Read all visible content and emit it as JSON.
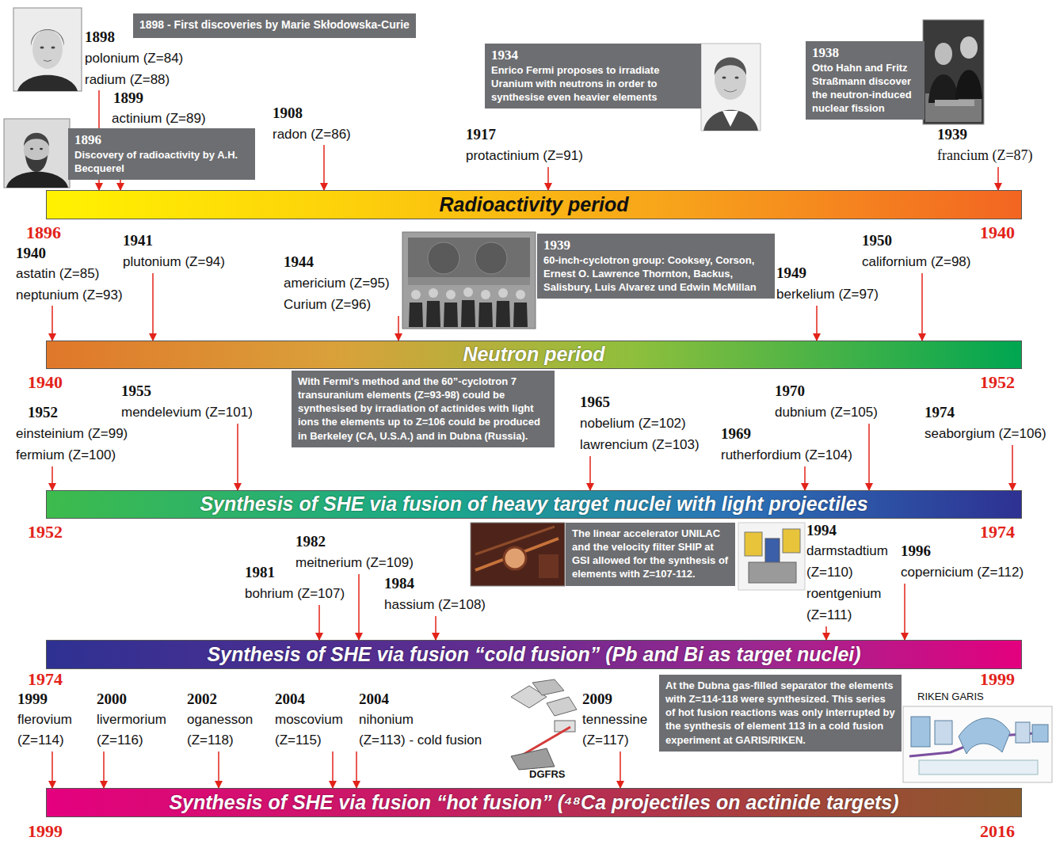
{
  "diagram": {
    "nodes": [
      {
        "text": [
          "1898 - First discoveries by Marie Skłodowska-Curie"
        ]
      },
      {
        "text": [
          "1934",
          "Enrico Fermi proposes to irradiate Uranium with neutrons in order to synthesise even heavier elements"
        ]
      },
      {
        "text": [
          "1938",
          "Otto Hahn and Fritz Straßmann discover the neutron-induced nuclear fission"
        ]
      },
      {
        "text": [
          "1896",
          "Discovery of radioactivity by A.H. Becquerel"
        ]
      },
      {
        "text": [
          "Radioactivity period"
        ]
      },
      {
        "text": [
          "1939",
          "60-inch-cyclotron group: Cooksey, Corson, Ernest O. Lawrence Thornton, Backus, Salisbury, Luis Alvarez und Edwin McMillan"
        ]
      },
      {
        "text": [
          "Neutron period"
        ]
      },
      {
        "text": [
          "With Fermi's method and the 60”-cyclotron 7 transuranium elements (Z=93-98) could be synthesised by irradiation of actinides with light ions the elements up to Z=106 could be produced in Berkeley (CA, U.S.A.) and in Dubna (Russia)."
        ]
      },
      {
        "text": [
          "Synthesis of SHE via fusion of heavy target nuclei with light projectiles"
        ]
      },
      {
        "text": [
          "The linear accelerator UNILAC and the velocity filter SHIP at GSI allowed for the synthesis of elements with Z=107-112."
        ]
      },
      {
        "text": [
          "Synthesis of SHE via fusion “cold fusion” (Pb and Bi as target nuclei)"
        ]
      },
      {
        "text": [
          "At the Dubna gas-filled separator the elements with Z=114-118 were synthesized. This series of hot fusion reactions was only interrupted by the synthesis of element 113 in a cold fusion experiment at GARIS/RIKEN."
        ]
      },
      {
        "text": [
          "Synthesis of SHE via fusion “hot fusion” (⁴⁸Ca projectiles on actinide targets)"
        ]
      }
    ],
    "labels": [
      "1898",
      "polonium (Z=84)",
      "radium (Z=88)",
      "1899",
      "actinium (Z=89)",
      "1908",
      "radon (Z=86)",
      "1917",
      "protactinium (Z=91)",
      "1939",
      "francium (Z=87)",
      "1896",
      "1940",
      "1940",
      "astatin (Z=85)",
      "neptunium (Z=93)",
      "1941",
      "plutonium (Z=94)",
      "1944",
      "americium (Z=95)",
      "Curium (Z=96)",
      "1949",
      "berkelium (Z=97)",
      "1950",
      "californium (Z=98)",
      "1940",
      "1952",
      "1952",
      "einsteinium (Z=99)",
      "fermium (Z=100)",
      "1955",
      "mendelevium (Z=101)",
      "1965",
      "nobelium (Z=102)",
      "lawrencium (Z=103)",
      "1970",
      "dubnium (Z=105)",
      "1969",
      "rutherfordium (Z=104)",
      "1974",
      "seaborgium (Z=106)",
      "1952",
      "1974",
      "1982",
      "meitnerium (Z=109)",
      "1981",
      "bohrium (Z=107)",
      "1984",
      "hassium (Z=108)",
      "1994",
      "darmstadtium",
      "(Z=110)",
      "roentgenium",
      "(Z=111)",
      "1996",
      "copernicium (Z=112)",
      "1974",
      "1999",
      "1999",
      "flerovium",
      "(Z=114)",
      "2000",
      "livermorium",
      "(Z=116)",
      "2002",
      "oganesson",
      "(Z=118)",
      "2004",
      "moscovium",
      "(Z=115)",
      "2004",
      "nihonium",
      "(Z=113) - cold fusion",
      "DGFRS",
      "2009",
      "tennessine",
      "(Z=117)",
      "RIKEN GARIS",
      "1999",
      "2016"
    ]
  }
}
